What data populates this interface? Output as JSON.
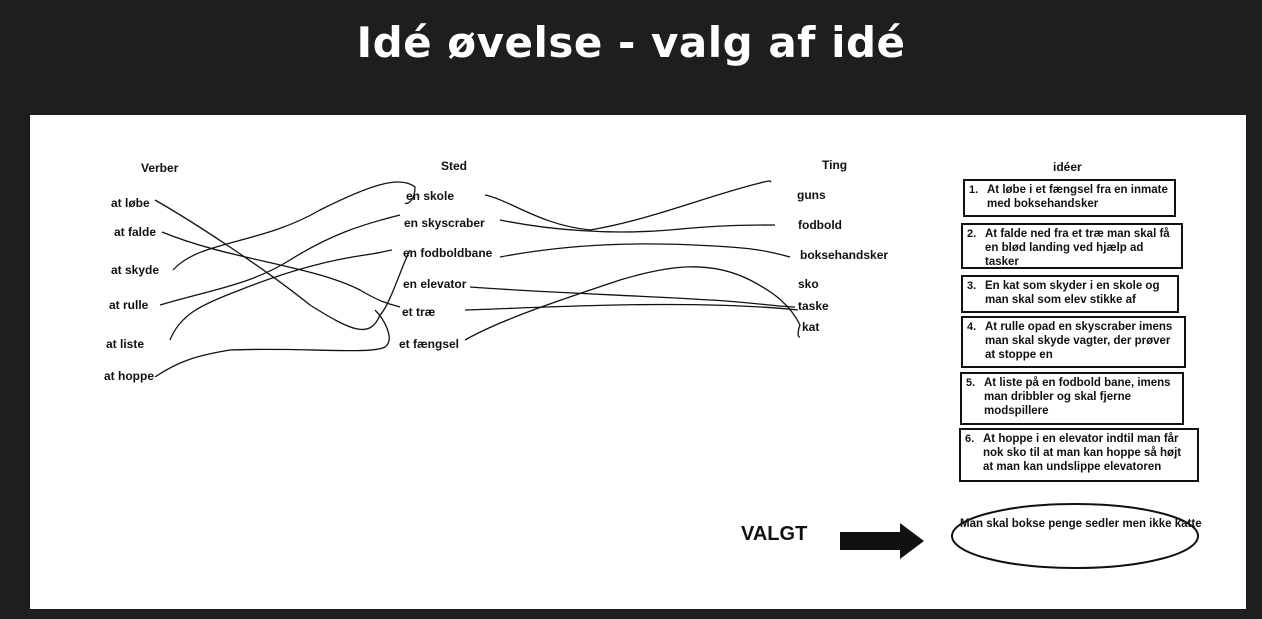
{
  "title": "Idé øvelse - valg af idé",
  "columns": {
    "verber": {
      "header": "Verber",
      "items": [
        "at løbe",
        "at falde",
        "at skyde",
        "at rulle",
        "at liste",
        "at hoppe"
      ]
    },
    "sted": {
      "header": "Sted",
      "items": [
        "en skole",
        "en skyscraber",
        "en fodboldbane",
        "en elevator",
        "et træ",
        "et fængsel"
      ]
    },
    "ting": {
      "header": "Ting",
      "items": [
        "guns",
        "fodbold",
        "boksehandsker",
        "sko",
        "taske",
        "kat"
      ]
    },
    "ideer": {
      "header": "idéer",
      "items": [
        {
          "num": "1.",
          "text": "At løbe i et fængsel fra en inmate med boksehandsker"
        },
        {
          "num": "2.",
          "text": "At falde ned fra et træ man skal få en blød landing ved hjælp ad tasker"
        },
        {
          "num": "3.",
          "text": "En kat som skyder i en skole og man skal som elev stikke af"
        },
        {
          "num": "4.",
          "text": "At rulle opad en skyscraber imens man skal skyde vagter, der prøver at stoppe en"
        },
        {
          "num": "5.",
          "text": "At liste på en fodbold bane, imens man dribbler og skal fjerne modspillere"
        },
        {
          "num": "6.",
          "text": "At hoppe i en elevator indtil man får nok sko til at man kan hoppe så højt at man kan undslippe elevatoren"
        }
      ]
    }
  },
  "chosen": {
    "label": "VALGT",
    "text": "Man skal bokse penge sedler men ikke katte"
  },
  "colors": {
    "background": "#1e1e1e",
    "canvas": "#ffffff",
    "ink": "#111111"
  }
}
